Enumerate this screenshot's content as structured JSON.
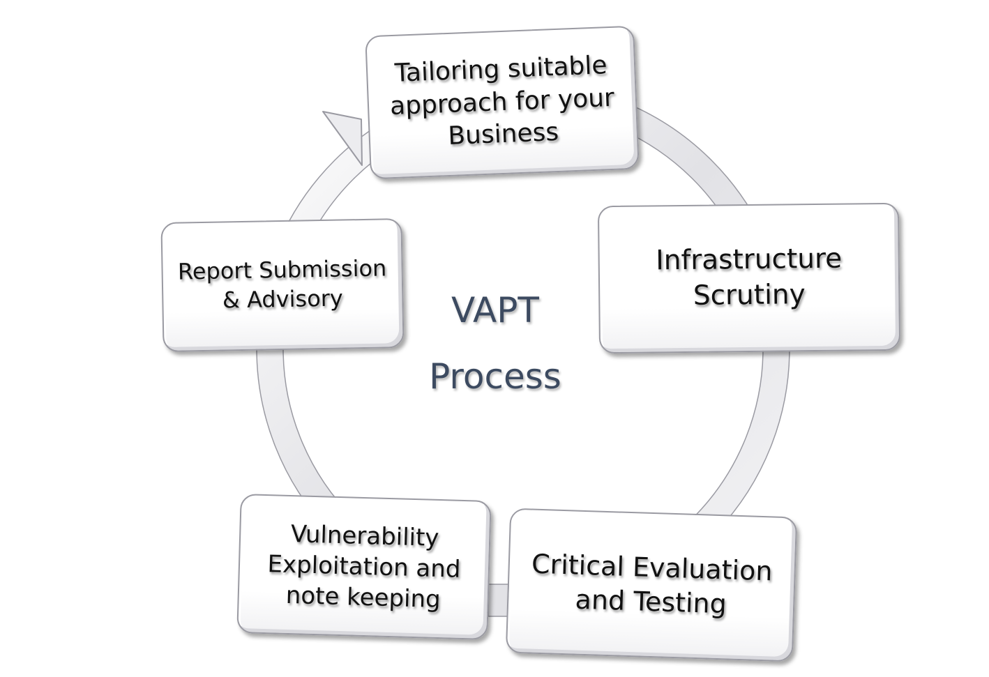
{
  "diagram": {
    "center_title": {
      "line1": "VAPT",
      "line2": "Process"
    },
    "steps": [
      {
        "lines": [
          "Tailoring suitable",
          "approach for your",
          "Business"
        ]
      },
      {
        "lines": [
          "Infrastructure",
          "Scrutiny"
        ]
      },
      {
        "lines": [
          "Critical Evaluation",
          "and Testing"
        ]
      },
      {
        "lines": [
          "Vulnerability",
          "Exploitation and",
          "note keeping"
        ]
      },
      {
        "lines": [
          "Report Submission",
          "& Advisory"
        ]
      }
    ],
    "colors": {
      "ring_fill": "#e6e6ea",
      "ring_edge": "#9a9aa2",
      "box_border": "#9a9aa2",
      "center_text": "#3c4a60"
    }
  }
}
